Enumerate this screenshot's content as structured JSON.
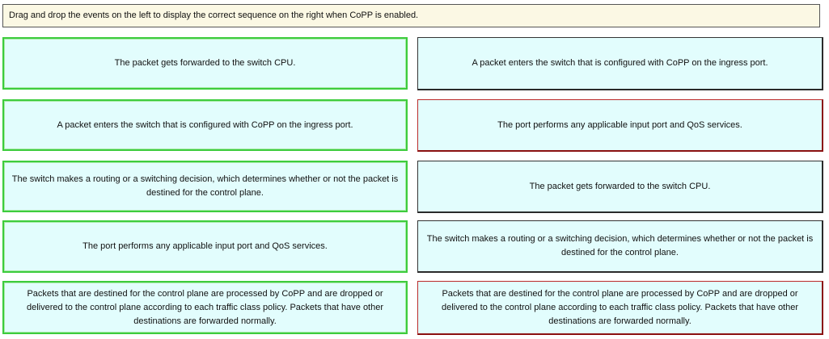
{
  "instruction": "Drag and drop the events on the left to display the correct sequence on the right when CoPP is enabled.",
  "left_items": [
    "The packet gets forwarded to the switch CPU.",
    "A packet enters the switch that is configured with CoPP on the ingress port.",
    "The switch makes a routing or a switching decision, which determines whether or not the packet is destined for the control plane.",
    "The port performs any applicable input port and QoS services.",
    "Packets that are destined for the control plane are processed by CoPP and are dropped or delivered to the control plane according to each traffic class policy. Packets that have other destinations are forwarded normally."
  ],
  "right_items": [
    "A packet enters the switch that is configured with CoPP on the ingress port.",
    "The port performs any applicable input port and QoS services.",
    "The packet gets forwarded to the switch CPU.",
    "The switch makes a routing or a switching decision, which determines whether or not the packet is destined for the control plane.",
    "Packets that are destined for the control plane are processed by CoPP and are dropped or delivered to the control plane according to each traffic class policy. Packets that have other destinations are forwarded normally."
  ],
  "colors": {
    "card_background": "#e2fdfd",
    "source_border": "#3dcc3d",
    "target_border": "#2a2a2a",
    "target_border_highlight": "#bb2a2a",
    "instruction_background": "#fbf8e4"
  }
}
